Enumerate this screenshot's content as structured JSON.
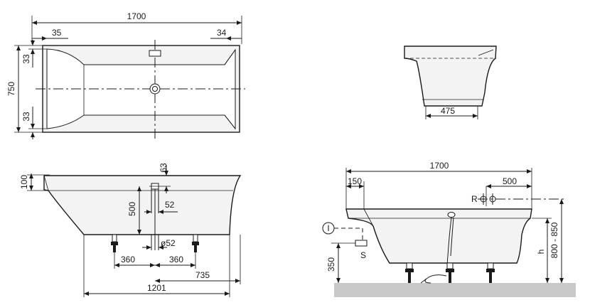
{
  "top_view": {
    "length": "1700",
    "margin_left": "35",
    "margin_right": "34",
    "width": "750",
    "rim_top": "33",
    "rim_bottom": "33"
  },
  "end_view": {
    "foot_width": "475"
  },
  "front_view": {
    "rim_height": "100",
    "overflow_offset": "63",
    "waste_height": "500",
    "waste_offset": "52",
    "waste_diameter": "ø52",
    "leg_left": "360",
    "leg_right": "360",
    "waste_to_end": "735",
    "base_length": "1201"
  },
  "side_view": {
    "length": "1700",
    "left_offset": "150",
    "tap_offset": "500",
    "tap_label": "R",
    "supply_label": "S",
    "inlet_label": "I",
    "floor_height": "350",
    "total_height": "800 - 850",
    "height_label": "h"
  }
}
